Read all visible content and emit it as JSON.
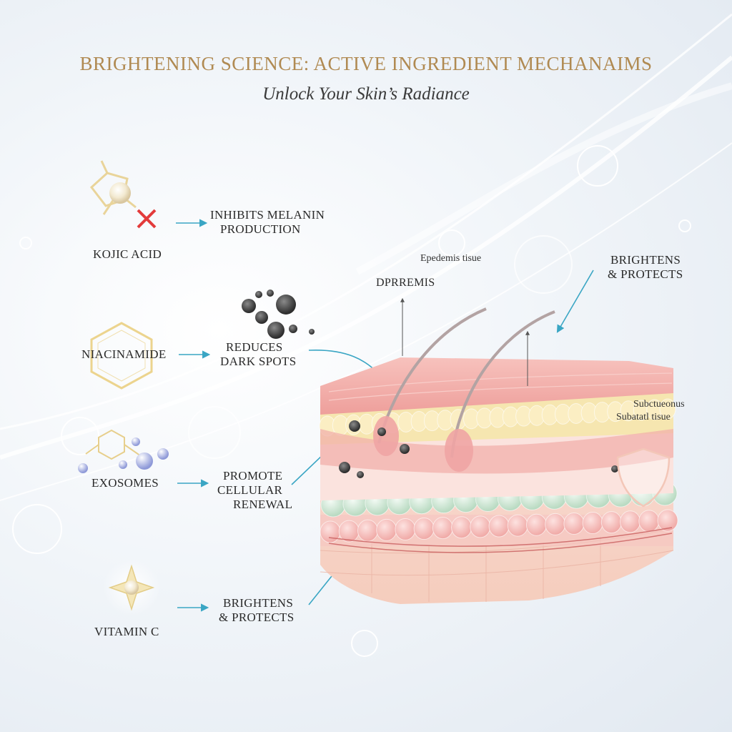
{
  "header": {
    "title": "BRIGHTENING SCIENCE: ACTIVE INGREDIENT MECHANAIMS",
    "subtitle": "Unlock Your Skin’s Radiance"
  },
  "ingredients": [
    {
      "name": "KOJIC ACID",
      "effect_lines": [
        "INHIBITS MELANIN",
        "PRODUCTION"
      ],
      "icon": "molecule-blocked-icon"
    },
    {
      "name": "NIACINAMIDE",
      "effect_lines": [
        "REDUCES",
        "DARK SPOTS"
      ],
      "icon": "hexagon-molecule-icon"
    },
    {
      "name": "EXOSOMES",
      "effect_lines": [
        "PROMOTE",
        "CELLULAR",
        "RENEWAL"
      ],
      "icon": "vesicle-cluster-icon"
    },
    {
      "name": "VITAMIN C",
      "effect_lines": [
        "BRIGHTENS",
        "& PROTECTS"
      ],
      "icon": "star-glow-icon"
    }
  ],
  "skin_labels": {
    "epidermis_tissue": "Epedemis tisue",
    "epidermis": "DPRREMIS",
    "top_right_lines": [
      "BRIGHTENS",
      "& PROTECTS"
    ],
    "subcutaneous_lines": [
      "Subctueonus",
      "Subatatl tisue"
    ]
  },
  "colors": {
    "title": "#b08a52",
    "arrow": "#3aa6c4",
    "skin_top": "#f0a8a4",
    "fat_layer": "#f6e6b0",
    "green_cells": "#cfe8d4"
  }
}
